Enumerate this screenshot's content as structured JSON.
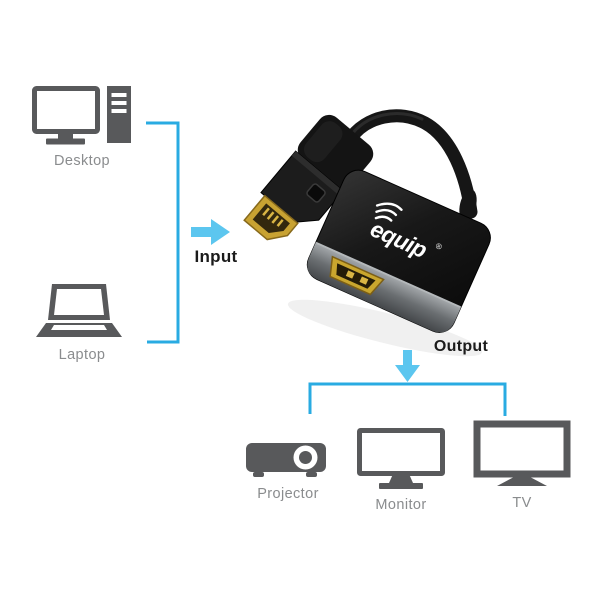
{
  "diagram": {
    "input": {
      "label": "Input",
      "devices": [
        {
          "label": "Desktop",
          "icon": "desktop-computer-icon"
        },
        {
          "label": "Laptop",
          "icon": "laptop-icon"
        }
      ]
    },
    "output": {
      "label": "Output",
      "devices": [
        {
          "label": "Projector",
          "icon": "projector-icon"
        },
        {
          "label": "Monitor",
          "icon": "monitor-icon"
        },
        {
          "label": "TV",
          "icon": "tv-icon"
        }
      ]
    },
    "adapter": {
      "brand": "equip",
      "registered_mark": "®"
    }
  },
  "colors": {
    "line_blue": "#29abe2",
    "arrow_blue": "#5cc6ef",
    "icon_gray": "#58595b",
    "label_gray": "#8a8c8e",
    "heading_dark": "#1b1b1b",
    "connector_gold": "#c9a42e",
    "adapter_black": "#181818",
    "background": "#ffffff"
  }
}
